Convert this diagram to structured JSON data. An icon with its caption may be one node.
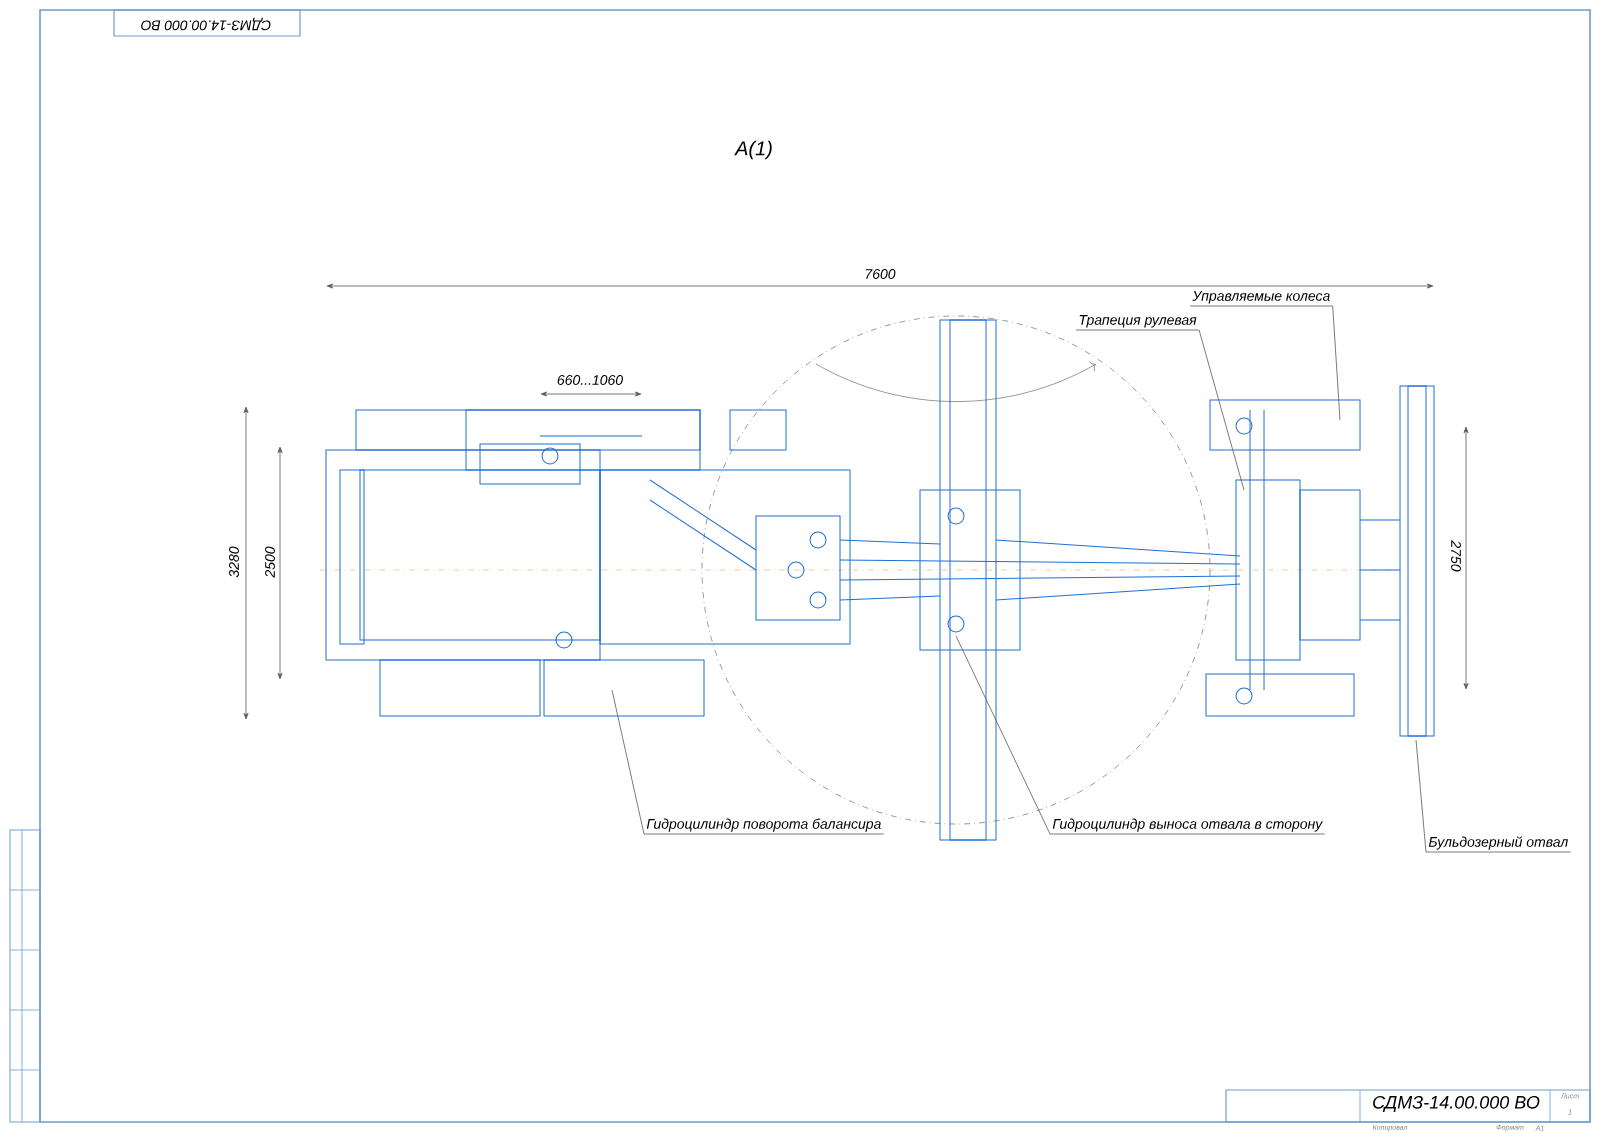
{
  "diagram": {
    "nodes": [
      {
        "text": [
          "Управляемые колеса"
        ]
      },
      {
        "text": [
          "Трапеция рулевая"
        ]
      },
      {
        "text": [
          "Гидроцилиндр поворота балансира"
        ]
      },
      {
        "text": [
          "Гидроцилиндр выноса отвала в сторону"
        ]
      },
      {
        "text": [
          "Бульдозерный отвал"
        ]
      }
    ],
    "edges": [
      {
        "from": 0,
        "to": null,
        "arrow": "none"
      },
      {
        "from": 1,
        "to": null,
        "arrow": "none"
      },
      {
        "from": 2,
        "to": null,
        "arrow": "none"
      },
      {
        "from": 3,
        "to": null,
        "arrow": "none"
      },
      {
        "from": 4,
        "to": null,
        "arrow": "none"
      }
    ],
    "labels": [
      "СДМЗ-14.00.000 ВО",
      "A(1)",
      "7600",
      "660...1060",
      "3280",
      "2500",
      "2750",
      "СДМЗ-14.00.000 ВО",
      "Копировал",
      "Формат",
      "A1",
      "Лист",
      "1"
    ]
  }
}
